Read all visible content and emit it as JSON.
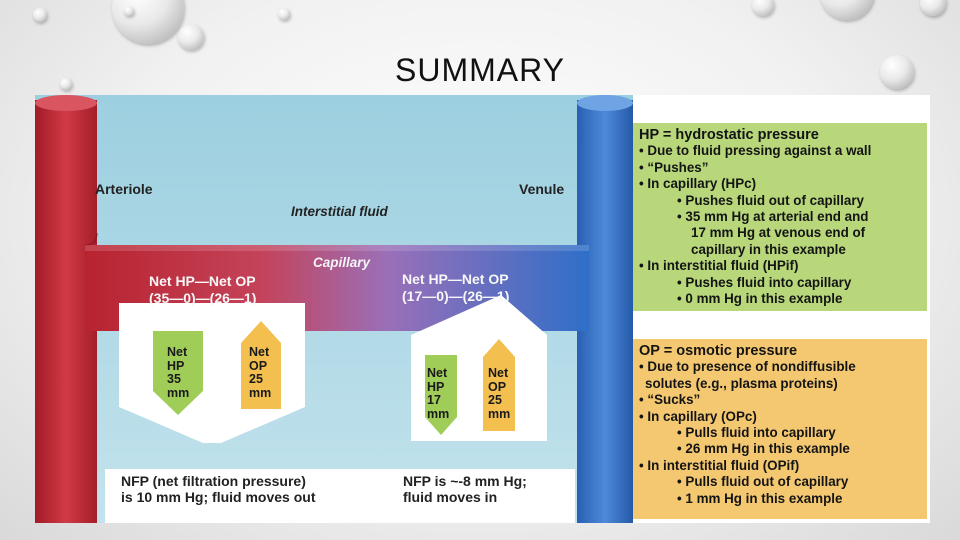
{
  "slide": {
    "title": "SUMMARY"
  },
  "diagram": {
    "vessel_labels": {
      "arteriole": "Arteriole",
      "venule": "Venule",
      "interstitial": "Interstitial fluid",
      "capillary": "Capillary"
    },
    "arterial_end": {
      "net_line1": "Net HP—Net OP",
      "net_line2": "(35—0)—(26—1)",
      "hp_arrow": [
        "Net",
        "HP",
        "35",
        "mm"
      ],
      "op_arrow": [
        "Net",
        "OP",
        "25",
        "mm"
      ],
      "nfp_line1": "NFP (net filtration pressure)",
      "nfp_line2": "is 10 mm Hg; fluid moves out"
    },
    "venous_end": {
      "net_line1": "Net HP—Net OP",
      "net_line2": "(17—0)—(26—1)",
      "hp_arrow": [
        "Net",
        "HP",
        "17",
        "mm"
      ],
      "op_arrow": [
        "Net",
        "OP",
        "25",
        "mm"
      ],
      "nfp_line1": "NFP is ~-8 mm Hg;",
      "nfp_line2": "fluid moves in"
    },
    "hp_panel": {
      "heading": "HP = hydrostatic pressure",
      "b1": "• Due to fluid pressing against a wall",
      "b2": "• “Pushes”",
      "b3": "• In capillary (HPc)",
      "b3a": "• Pushes fluid out of capillary",
      "b3b1": "• 35 mm Hg at arterial end and",
      "b3b2": "17 mm Hg at venous end of",
      "b3b3": "capillary in this example",
      "b4": "•  In interstitial fluid (HPif)",
      "b4a": "• Pushes fluid into capillary",
      "b4b": "• 0 mm Hg in this example"
    },
    "op_panel": {
      "heading": "OP = osmotic pressure",
      "b1": "• Due to presence of nondiffusible",
      "b1b": "solutes (e.g., plasma proteins)",
      "b2": "• “Sucks”",
      "b3": "• In capillary (OPc)",
      "b3a": "• Pulls fluid into capillary",
      "b3b": "• 26 mm Hg in this example",
      "b4": "• In interstitial fluid (OPif)",
      "b4a": "• Pulls fluid out of capillary",
      "b4b": "• 1 mm Hg in this example"
    },
    "colors": {
      "arterial": "#b8232f",
      "venous": "#2f6fc8",
      "interstitial": "#a9d6e3",
      "hp_arrow": "#9fcd58",
      "op_arrow": "#f3c050",
      "hp_panel": "#b7d77a",
      "op_panel": "#f4c871"
    }
  }
}
